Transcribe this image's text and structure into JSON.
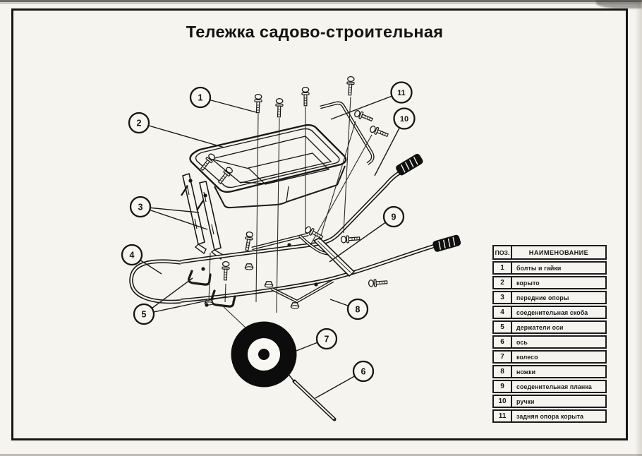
{
  "page": {
    "title": "Тележка садово-строительная"
  },
  "diagram": {
    "callouts": [
      "1",
      "2",
      "3",
      "4",
      "5",
      "6",
      "7",
      "8",
      "9",
      "10",
      "11"
    ]
  },
  "parts_table": {
    "header": {
      "pos": "ПОЗ.",
      "name": "НАИМЕНОВАНИЕ"
    },
    "rows": [
      {
        "pos": "1",
        "name": "болты и гайки"
      },
      {
        "pos": "2",
        "name": "корыто"
      },
      {
        "pos": "3",
        "name": "передние опоры"
      },
      {
        "pos": "4",
        "name": "соеденительная скоба"
      },
      {
        "pos": "5",
        "name": "держатели оси"
      },
      {
        "pos": "6",
        "name": "ось"
      },
      {
        "pos": "7",
        "name": "колесо"
      },
      {
        "pos": "8",
        "name": "ножки"
      },
      {
        "pos": "9",
        "name": "соеденительная планка"
      },
      {
        "pos": "10",
        "name": "ручки"
      },
      {
        "pos": "11",
        "name": "задняя опора корыта"
      }
    ]
  },
  "colors": {
    "ink": "#1a1a1a",
    "paper": "#f5f4ee",
    "wheel": "#0c0c0c"
  }
}
